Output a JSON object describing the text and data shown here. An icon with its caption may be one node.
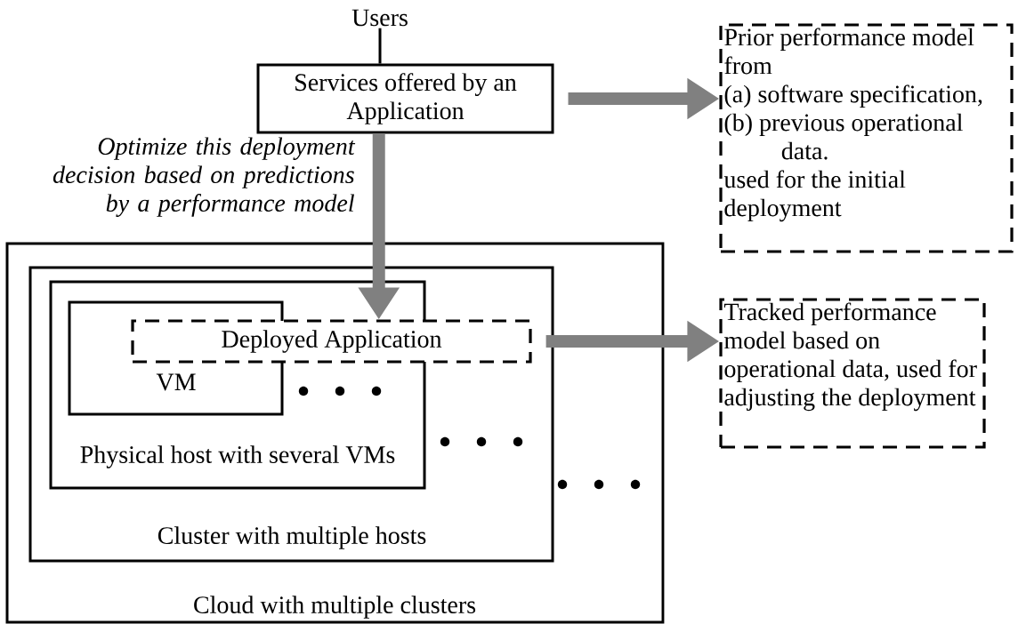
{
  "diagram": {
    "nodes": [
      {
        "text": [
          "Users"
        ]
      },
      {
        "text": [
          "Services offered by an Application"
        ]
      },
      {
        "text": [
          "Cloud with multiple clusters"
        ]
      },
      {
        "text": [
          "Cluster with multiple hosts"
        ],
        "in": 2
      },
      {
        "text": [
          "Physical host with several VMs"
        ],
        "in": 3
      },
      {
        "text": [
          "VM"
        ],
        "in": 4
      },
      {
        "text": [
          "Deployed Application"
        ],
        "in": 3
      },
      {
        "text": [
          "Prior performance model from",
          "(a) software specification,",
          "(b) previous operational data.",
          "used for the initial deployment"
        ]
      },
      {
        "text": [
          "Tracked performance model based on operational data, used for adjusting the deployment"
        ]
      }
    ],
    "edges": [
      {
        "from": 0,
        "to": 1,
        "arrow": "none",
        "color": "#000000"
      },
      {
        "from": 1,
        "to": 6,
        "arrow": "to",
        "label": "Optimize this deployment decision based on predictions by a performance model"
      },
      {
        "from": 1,
        "to": 7,
        "arrow": "to"
      },
      {
        "from": 6,
        "to": 8,
        "arrow": "to"
      }
    ]
  }
}
